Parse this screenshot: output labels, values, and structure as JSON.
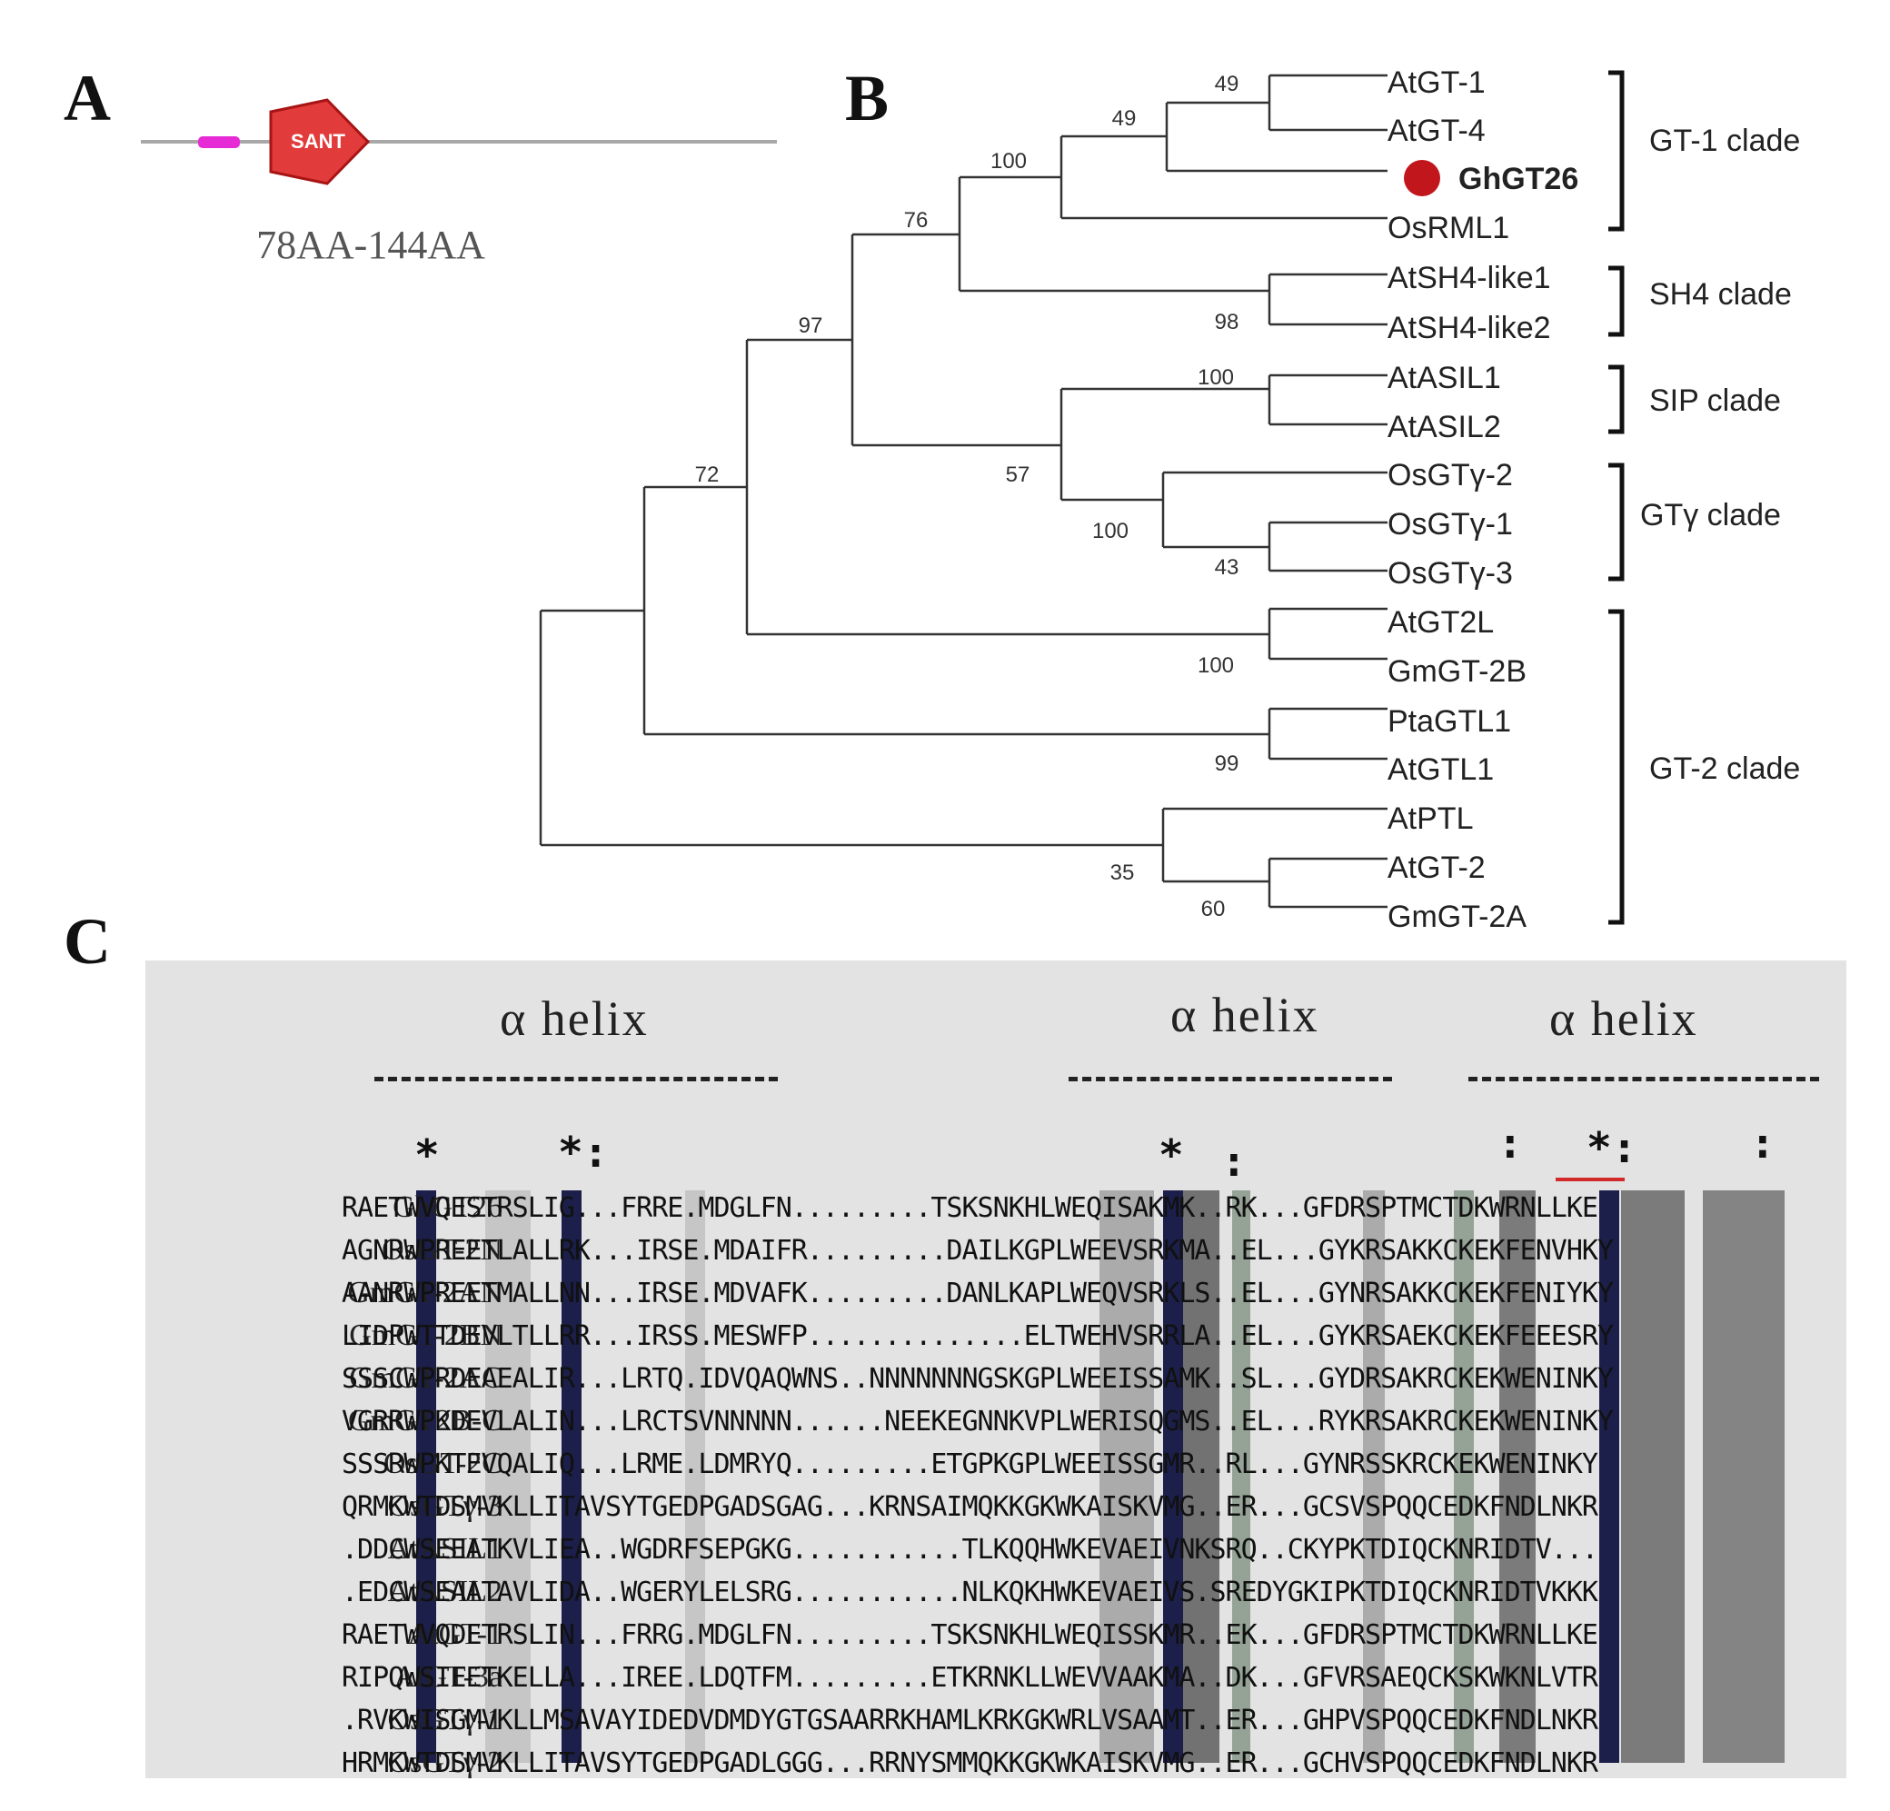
{
  "panels": {
    "a": "A",
    "b": "B",
    "c": "C"
  },
  "panel_a": {
    "domain_label": "SANT",
    "range_label": "78AA-144AA"
  },
  "panel_b": {
    "taxa": [
      {
        "label": "AtGT-1"
      },
      {
        "label": "AtGT-4"
      },
      {
        "label": "GhGT26"
      },
      {
        "label": "OsRML1"
      },
      {
        "label": "AtSH4-like1"
      },
      {
        "label": "AtSH4-like2"
      },
      {
        "label": "AtASIL1"
      },
      {
        "label": "AtASIL2"
      },
      {
        "label": "OsGTγ-2"
      },
      {
        "label": "OsGTγ-1"
      },
      {
        "label": "OsGTγ-3"
      },
      {
        "label": "AtGT2L"
      },
      {
        "label": "GmGT-2B"
      },
      {
        "label": "PtaGTL1"
      },
      {
        "label": "AtGTL1"
      },
      {
        "label": "AtPTL"
      },
      {
        "label": "AtGT-2"
      },
      {
        "label": "GmGT-2A"
      }
    ],
    "bootstrap": [
      "49",
      "49",
      "100",
      "76",
      "98",
      "97",
      "100",
      "57",
      "100",
      "43",
      "72",
      "100",
      "99",
      "35",
      "60"
    ],
    "clades": [
      "GT-1 clade",
      "SH4 clade",
      "SIP clade",
      "GTγ clade",
      "GT-2 clade"
    ],
    "highlight_color": "#c0161c"
  },
  "panel_c": {
    "helix_titles": [
      "α helix",
      "α helix",
      "α helix"
    ],
    "conservation_marks": [
      "*",
      "*:",
      "*",
      ":",
      ":",
      "*:",
      ":"
    ],
    "sequences": [
      {
        "name": "GhGT26",
        "seq": "RAETWVQESTRSLIG...FRRE.MDGLFN.........TSKSNKHLWEQISAKMK..RK...GFDRSPTMCTDKWRNLLKE"
      },
      {
        "name": "OsGT-2N",
        "seq": "AGNRWPREETLALLRK...IRSE.MDAIFR.........DAILKGPLWEEVSRKMA..EL...GYKRSAKKCKEKFENVHKY"
      },
      {
        "name": "GmGT-2AN",
        "seq": "AANRWPREETMALLNN...IRSE.MDVAFK.........DANLKAPLWEQVSRKLS..EL...GYNRSAKKCKEKFENIYKY"
      },
      {
        "name": "GmGT-2BN",
        "seq": "LIDPWTTDEVLTLLRR...IRSS.MESWFP..............ELTWEHVSRRLA..EL...GYKRSAEKCKEKFEEESRY"
      },
      {
        "name": "GmGT-2AC",
        "seq": "SSSCWPRDEAEALIR...LRTQ.IDVQAQWNS..NNNNNNNGSKGPLWEEISSAMK..SL...GYDRSAKRCKEKWENINKY"
      },
      {
        "name": "GmGT2B-C",
        "seq": "VGRRWPKDEVLALIN...LRCTSVNNNNN......NEEKEGNNKVPLWERISQGMS..EL...RYKRSAKRCKEKWENINKY"
      },
      {
        "name": "OsGT-2C",
        "seq": "SSSRWPKTEVQALIQ...LRME.LDMRYQ.........ETGPKGPLWEEISSGMR..RL...GYNRSSKRCKEKWENINKY"
      },
      {
        "name": "OsGTγ-3",
        "seq": "QRMKWTDSMVKLLITAVSYTGEDPGADSGAG...KRNSAIMQKKGKWKAISKVMG..ER...GCSVSPQQCEDKFNDLNKR"
      },
      {
        "name": "AtASIL1",
        "seq": ".DDCWSEEATKVLIEA..WGDRFSEPGKG...........TLKQQHWKEVAEIVNKSRQ..CKYPKTDIQCKNRIDTV..."
      },
      {
        "name": "AtASIL2",
        "seq": ".EDCWSEAATAVLIDA..WGERYLELSRG...........NLKQKHWKEVAEIVS.SREDYGKIPKTDIQCKNRIDTVKKK"
      },
      {
        "name": "AtGT-1",
        "seq": "RAETWVQDETRSLIN...FRRG.MDGLFN.........TSKSNKHLWEQISSKMR..EK...GFDRSPTMCTDKWRNLLKE"
      },
      {
        "name": "AtGT-3a",
        "seq": "RIPQWSIEETKELLA...IREE.LDQTFM.........ETKRNKLLWEVVAAKMA..DK...GFVRSAEQCKSKWKNLVTR"
      },
      {
        "name": "OsGTγ-1",
        "seq": ".RVKWISGMVKLLMSAVAYIDEDVDMDYGTGSAARRKHAMLKRKGKWRLVSAAMT..ER...GHPVSPQQCEDKFNDLNKR"
      },
      {
        "name": "OsGTγ-2",
        "seq": "HRMKWTDSMVKLLITAVSYTGEDPGADLGGG...RRNYSMMQKKGKWKAISKVMG..ER...GCHVSPQQCEDKFNDLNKR"
      }
    ]
  }
}
